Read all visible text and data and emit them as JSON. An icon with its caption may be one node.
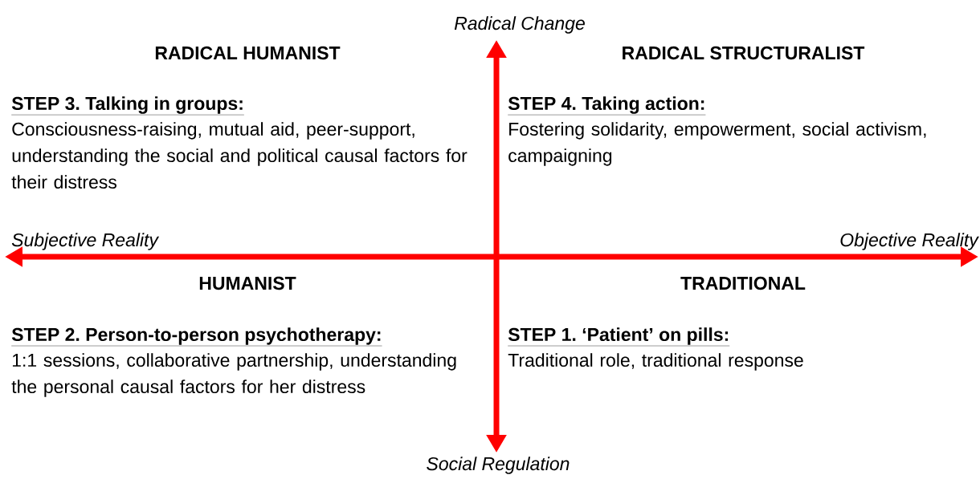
{
  "diagram": {
    "labels": [
      "Radical Change",
      "RADICAL HUMANIST",
      "RADICAL STRUCTURALIST",
      "STEP 3. Talking in groups:",
      "Consciousness-raising, mutual aid, peer-support, understanding the social and political causal factors for their distress",
      "STEP 4. Taking action:",
      "Fostering solidarity, empowerment, social activism, campaigning",
      "Subjective Reality",
      "Objective Reality",
      "HUMANIST",
      "TRADITIONAL",
      "STEP 2. Person-to-person psychotherapy:",
      "1:1 sessions, collaborative partnership, understanding the personal causal factors for her distress",
      "STEP 1. ‘Patient’ on pills:",
      "Traditional role, traditional response",
      "Social Regulation"
    ]
  }
}
